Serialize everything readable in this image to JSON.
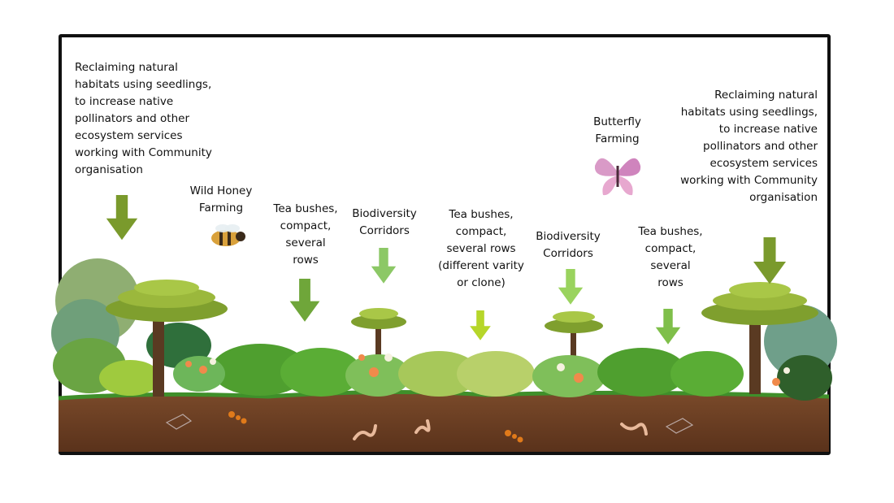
{
  "labels": {
    "left_habitat": "Reclaiming natural\nhabitats using seedlings,\nto increase native\npollinators and other\necosystem services\nworking with Community\norganisation",
    "wild_honey": "Wild Honey\nFarming",
    "tea_1": "Tea bushes,\ncompact,\nseveral\nrows",
    "biodiv_1": "Biodiversity\nCorridors",
    "tea_2": "Tea bushes,\ncompact,\nseveral rows\n(different varity\nor clone)",
    "butterfly": "Butterfly\nFarming",
    "biodiv_2": "Biodiversity\nCorridors",
    "tea_3": "Tea bushes,\ncompact,\nseveral\nrows",
    "right_habitat": "Reclaiming natural\nhabitats using seedlings,\nto increase native\npollinators and other\necosystem services\nworking with Community\norganisation"
  },
  "colors": {
    "arrow_dark": "#7a9a2c",
    "arrow_mid": "#86b847",
    "arrow_light": "#9ad35e",
    "arrow_lime": "#b6d62a",
    "soil": "#6b3e22",
    "grass": "#3f8f2a",
    "frame": "#111111"
  },
  "icons": [
    "bee-icon",
    "butterfly-icon",
    "worm-icon",
    "ant-icon"
  ]
}
